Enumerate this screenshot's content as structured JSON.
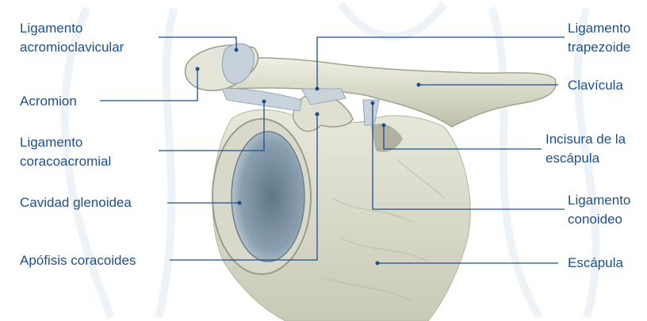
{
  "diagram": {
    "colors": {
      "label_text": "#1f4f8a",
      "leader_line": "#1f4f8a",
      "bone": "#dcdccf",
      "bone_shadow": "#a7a893",
      "glenoid_cavity": "#7f95a6",
      "ligament": "#c9d3dc",
      "watermark": "#eef3f8"
    },
    "labels": {
      "ligamento_acromioclavicular": [
        "Ligamento",
        "acromioclavicular"
      ],
      "acromion": [
        "Acromion"
      ],
      "ligamento_coracoacromial": [
        "Ligamento",
        "coracoacromial"
      ],
      "cavidad_glenoidea": [
        "Cavidad glenoidea"
      ],
      "apofisis_coracoides": [
        "Apófisis coracoides"
      ],
      "ligamento_trapezoide": [
        "Ligamento",
        "trapezoide"
      ],
      "clavicula": [
        "Clavícula"
      ],
      "incisura_escapula": [
        "Incisura de la",
        "escápula"
      ],
      "ligamento_conoideo": [
        "Ligamento",
        "conoideo"
      ],
      "escapula": [
        "Escápula"
      ]
    }
  }
}
